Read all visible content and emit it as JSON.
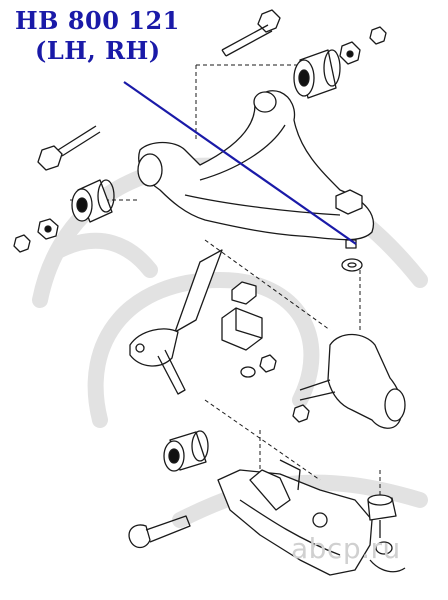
{
  "part": {
    "number": "HB 800 121",
    "side": "(LH, RH)"
  },
  "watermark": {
    "text": "abcp.ru",
    "color": "#d0d0d0"
  },
  "colors": {
    "title": "#1a1aa8",
    "pointer": "#1a1aa8",
    "line_art": "#1a1a1a"
  }
}
